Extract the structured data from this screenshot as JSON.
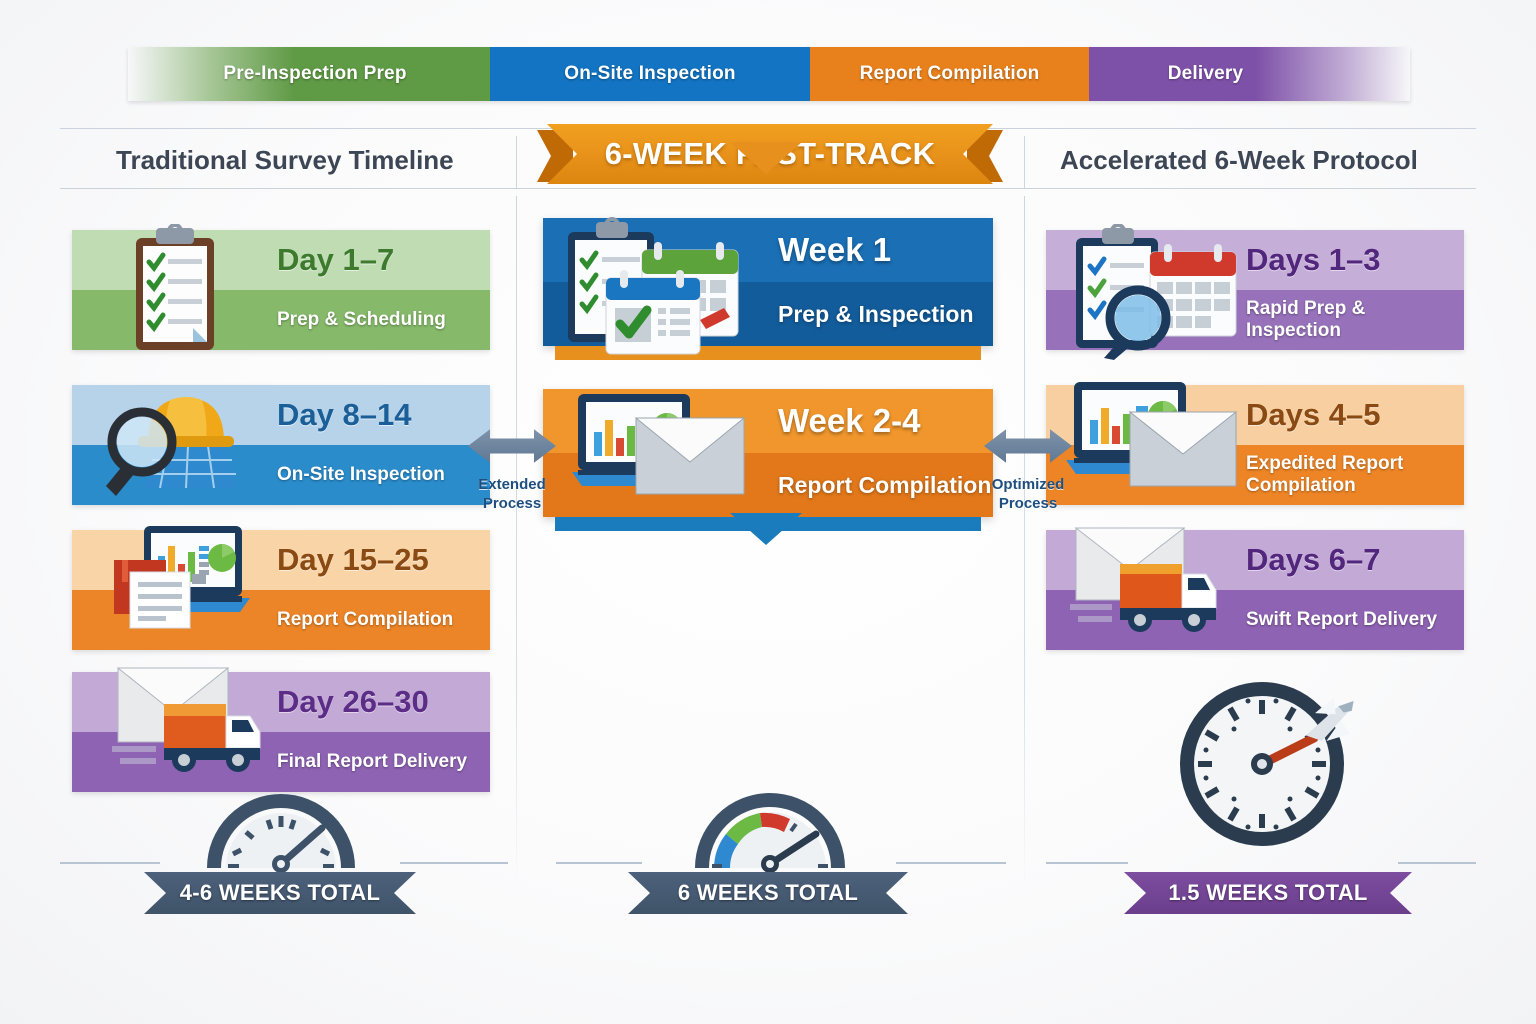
{
  "phase_bar": {
    "phases": [
      {
        "label": "Pre-Inspection Prep",
        "color": "#5f9a45"
      },
      {
        "label": "On-Site Inspection",
        "color": "#1274c2"
      },
      {
        "label": "Report Compilation",
        "color": "#e8801b"
      },
      {
        "label": "Delivery",
        "color": "#7e51a8"
      }
    ]
  },
  "columns": {
    "left_header": "Traditional Survey Timeline",
    "center_banner": "6-WEEK FAST-TRACK",
    "right_header": "Accelerated 6-Week Protocol"
  },
  "left_column": {
    "rows": [
      {
        "title": "Day 1–7",
        "subtitle": "Prep & Scheduling",
        "icon": "clipboard-checklist-icon",
        "color": "#86b96a"
      },
      {
        "title": "Day 8–14",
        "subtitle": "On-Site Inspection",
        "icon": "hardhat-magnifier-icon",
        "color": "#2a8ccb"
      },
      {
        "title": "Day 15–25",
        "subtitle": "Report Compilation",
        "icon": "laptop-chart-documents-icon",
        "color": "#ec8527"
      },
      {
        "title": "Day 26–30",
        "subtitle": "Final Report Delivery",
        "icon": "envelope-truck-icon",
        "color": "#8e63b3"
      }
    ]
  },
  "center_column": {
    "cards": [
      {
        "title": "Week 1",
        "subtitle": "Prep & Inspection",
        "icon": "clipboard-calendars-icon",
        "color": "#1a6fb5"
      },
      {
        "title": "Week 2-4",
        "subtitle": "Report Compilation",
        "icon": "laptop-chart-envelope-icon",
        "color": "#f0962c"
      }
    ]
  },
  "right_column": {
    "rows": [
      {
        "title": "Days 1–3",
        "subtitle": "Rapid Prep & Inspection",
        "icon": "clipboard-calendar-magnifier-icon",
        "color": "#9772bb"
      },
      {
        "title": "Days 4–5",
        "subtitle": "Expedited Report Compilation",
        "icon": "laptop-chart-envelope-icon",
        "color": "#ed8526"
      },
      {
        "title": "Days 6–7",
        "subtitle": "Swift Report Delivery",
        "icon": "envelope-truck-icon",
        "color": "#8e63b3"
      }
    ]
  },
  "connectors": [
    {
      "label_line1": "Extended",
      "label_line2": "Process",
      "icon": "double-arrow-icon"
    },
    {
      "label_line1": "Optimized",
      "label_line2": "Process",
      "icon": "double-arrow-icon"
    }
  ],
  "totals": [
    {
      "label": "4-6 WEEKS TOTAL",
      "gauge": "speedometer-icon",
      "color": "#45596f"
    },
    {
      "label": "6 WEEKS TOTAL",
      "gauge": "speedometer-color-icon",
      "color": "#45596f"
    },
    {
      "label": "1.5 WEEKS TOTAL",
      "gauge": "clock-rocket-icon",
      "color": "#7d4da0"
    }
  ]
}
